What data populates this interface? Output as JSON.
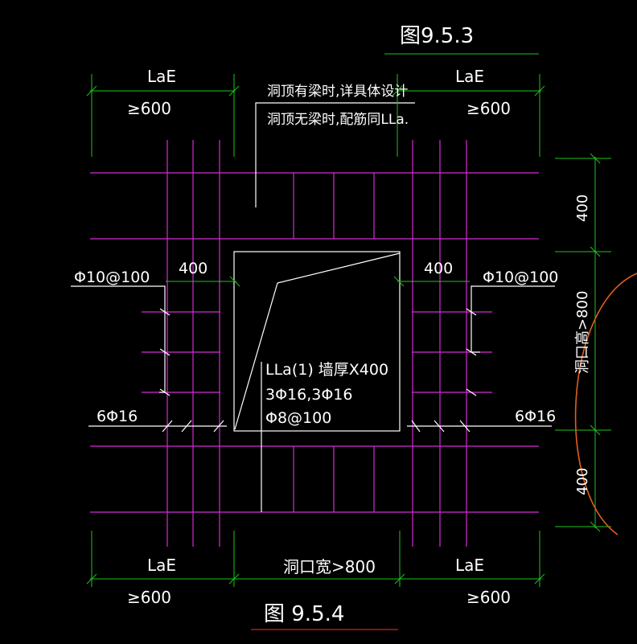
{
  "figure_labels": {
    "top": "图9.5.3",
    "bottom": "图 9.5.4"
  },
  "notes": {
    "line1": "洞顶有梁时,详具体设计",
    "line2": "洞顶无梁时,配筋同LLa."
  },
  "top_dims": {
    "left_label": "LaE",
    "left_value": "≥600",
    "right_label": "LaE",
    "right_value": "≥600"
  },
  "bottom_dims": {
    "left_label": "LaE",
    "left_value": "≥600",
    "middle": "洞口宽>800",
    "right_label": "LaE",
    "right_value": "≥600"
  },
  "right_dims": {
    "top": "400",
    "middle": "洞口高>800",
    "bottom": "400"
  },
  "side_labels": {
    "left_stirrup": "Φ10@100",
    "left_dim": "400",
    "right_dim": "400",
    "right_stirrup": "Φ10@100",
    "left_bars": "6Φ16",
    "right_bars": "6Φ16"
  },
  "beam_callout": {
    "line1": "LLa(1) 墙厚X400",
    "line2": "3Φ16,3Φ16",
    "line3": "Φ8@100"
  },
  "colors": {
    "background": "#000000",
    "rebar": "#d42cd4",
    "dimension": "#21c321",
    "outline": "#ffffff",
    "underline": "#d21c1c",
    "markup": "#e0601c"
  }
}
